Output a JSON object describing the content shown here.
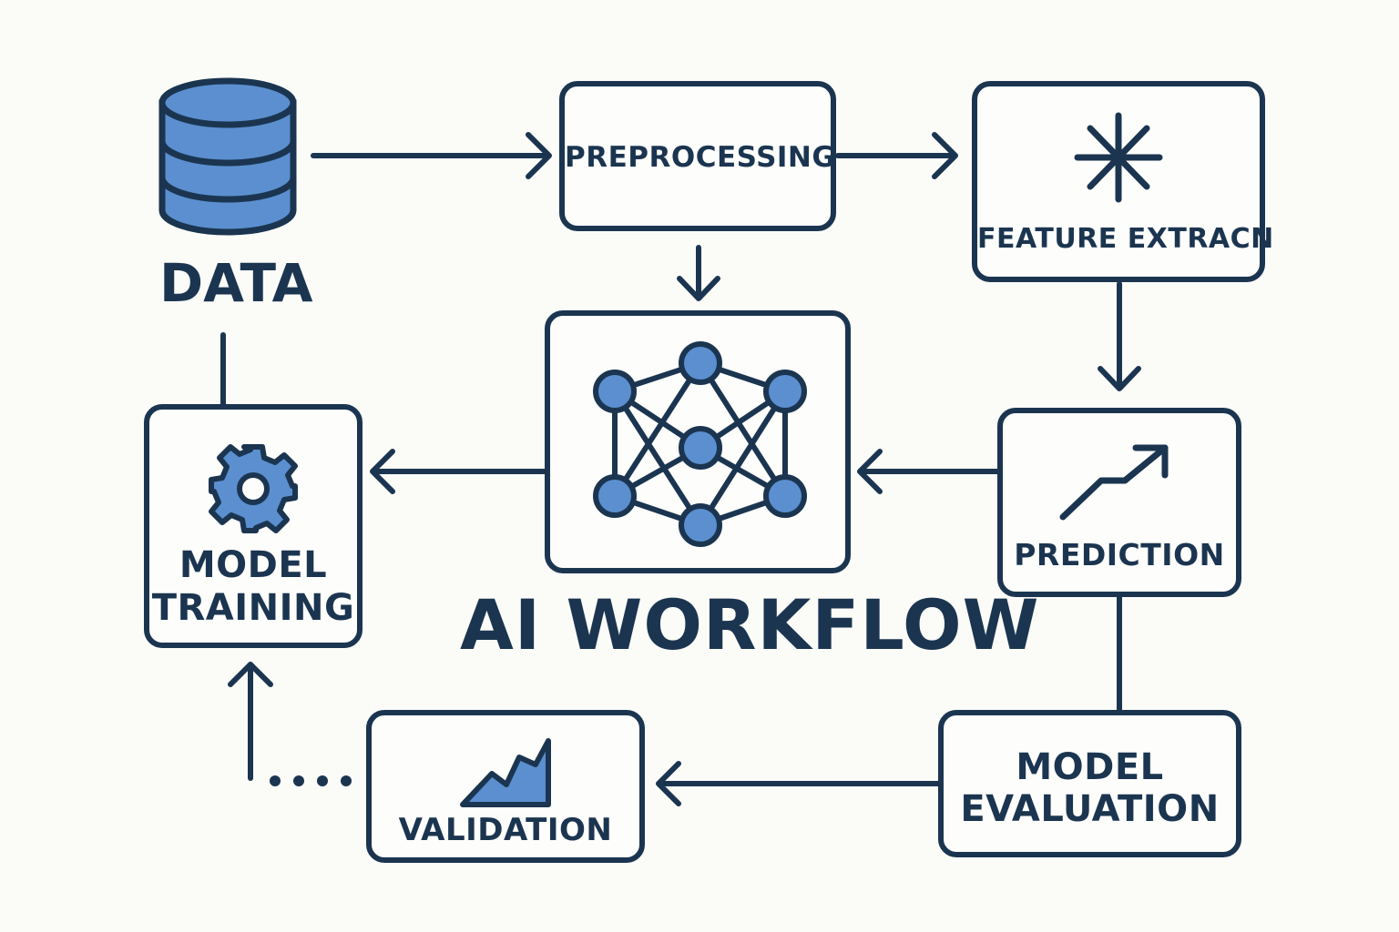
{
  "title": "AI WORKFLOW",
  "colors": {
    "stroke": "#1b3550",
    "accent": "#5b8fd0",
    "background": "#fbfbf8"
  },
  "nodes": {
    "data": {
      "label": "DATA",
      "icon": "database-icon"
    },
    "preprocessing": {
      "label": "PREPROCESSING"
    },
    "feature_extraction": {
      "label": "FEATURE EXTRACN",
      "icon": "asterisk-icon"
    },
    "neural_network": {
      "icon": "neural-network-icon"
    },
    "prediction": {
      "label": "PREDICTION",
      "icon": "trend-arrow-icon"
    },
    "model_training": {
      "label_line1": "MODEL",
      "label_line2": "TRAINING",
      "icon": "gear-icon"
    },
    "model_evaluation": {
      "label_line1": "MODEL",
      "label_line2": "EVALUATION"
    },
    "validation": {
      "label": "VALIDATION",
      "icon": "area-chart-icon"
    }
  }
}
